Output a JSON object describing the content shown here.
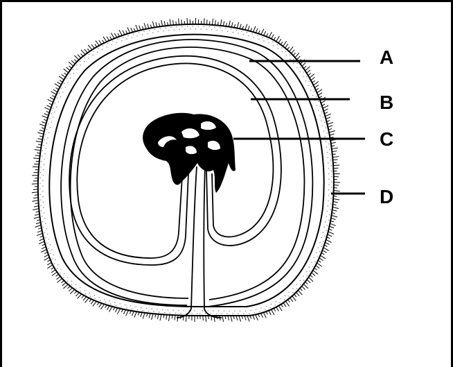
{
  "diagram": {
    "labels": [
      {
        "id": "A",
        "text": "A"
      },
      {
        "id": "B",
        "text": "B"
      },
      {
        "id": "C",
        "text": "C"
      },
      {
        "id": "D",
        "text": "D"
      }
    ],
    "colors": {
      "line": "#000000",
      "embryo": "#000000",
      "background": "#ffffff",
      "speckle": "#888888"
    }
  }
}
